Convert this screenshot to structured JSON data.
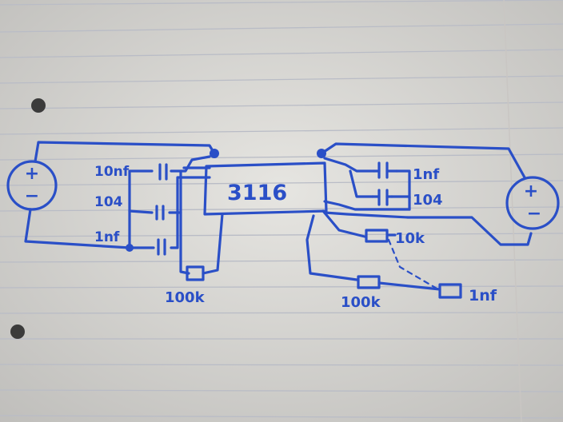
{
  "chip": {
    "label": "3116"
  },
  "left_battery": {
    "plus": "+",
    "minus": "−"
  },
  "right_battery": {
    "plus": "+",
    "minus": "−"
  },
  "left_caps": [
    {
      "label": "10nf"
    },
    {
      "label": "104"
    },
    {
      "label": "1nf"
    }
  ],
  "left_resistor": {
    "label": "100k"
  },
  "right_caps": [
    {
      "label": "1nf"
    },
    {
      "label": "104"
    }
  ],
  "right_resistors": [
    {
      "label": "10k"
    },
    {
      "label": "100k"
    }
  ],
  "right_cap_bottom": {
    "label": "1nf"
  },
  "ink_color": "#2a4fc7",
  "paper_color": "#d9d8d4"
}
